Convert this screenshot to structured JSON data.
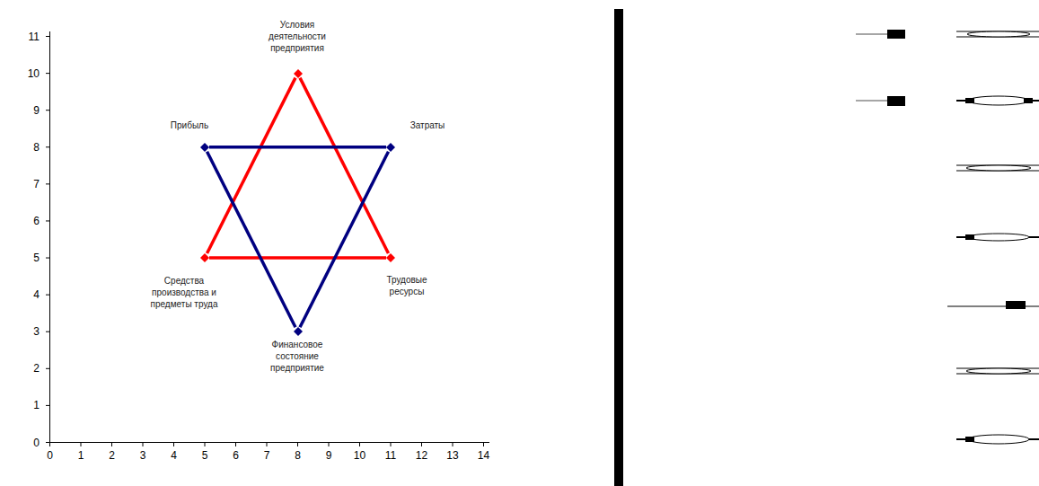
{
  "diagram": {
    "nodes": [
      {
        "text": [
          "Условия деятельности предприятия"
        ]
      },
      {
        "text": [
          "Прибыль"
        ]
      },
      {
        "text": [
          "Затраты"
        ]
      },
      {
        "text": [
          "Средства производства и предметы труда"
        ]
      },
      {
        "text": [
          "Трудовые ресурсы"
        ]
      },
      {
        "text": [
          "Финансовое состояние предприятие"
        ]
      }
    ],
    "edges": [
      {
        "from": 0,
        "to": 3,
        "arrow": "none"
      },
      {
        "from": 3,
        "to": 4,
        "arrow": "none"
      },
      {
        "from": 4,
        "to": 0,
        "arrow": "none"
      },
      {
        "from": 1,
        "to": 2,
        "arrow": "none"
      },
      {
        "from": 2,
        "to": 5,
        "arrow": "none"
      },
      {
        "from": 5,
        "to": 1,
        "arrow": "none"
      }
    ],
    "labels": [
      "11",
      "10",
      "9",
      "8",
      "7",
      "6",
      "5",
      "4",
      "3",
      "2",
      "1",
      "0",
      "0",
      "1",
      "2",
      "3",
      "4",
      "5",
      "6",
      "7",
      "8",
      "9",
      "10",
      "11",
      "12",
      "13",
      "14"
    ]
  }
}
